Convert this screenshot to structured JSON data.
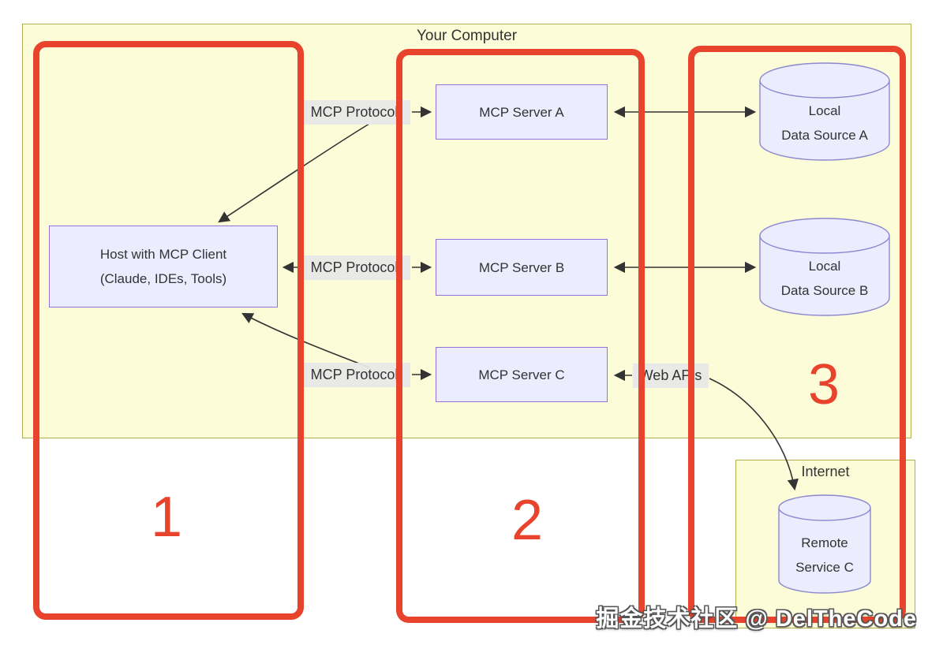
{
  "title": "Your Computer",
  "internet_label": "Internet",
  "host": {
    "line1": "Host with MCP Client",
    "line2": "(Claude, IDEs, Tools)"
  },
  "servers": [
    {
      "label": "MCP Server A"
    },
    {
      "label": "MCP Server B"
    },
    {
      "label": "MCP Server C"
    }
  ],
  "data_sources": [
    {
      "line1": "Local",
      "line2": "Data Source A"
    },
    {
      "line1": "Local",
      "line2": "Data Source B"
    }
  ],
  "remote_service": {
    "line1": "Remote",
    "line2": "Service C"
  },
  "edge_labels": {
    "protocol_a": "MCP Protocol",
    "protocol_b": "MCP Protocol",
    "protocol_c": "MCP Protocol",
    "web_apis": "Web APIs"
  },
  "annotations": {
    "region_1": "1",
    "region_2": "2",
    "region_3": "3"
  },
  "watermark": "掘金技术社区 @ DelTheCode",
  "colors": {
    "region_highlight": "#e8432c",
    "node_fill": "#ececff",
    "node_border": "#9370db",
    "cylinder_border": "#8a88cf",
    "container_fill": "#fcfcd9",
    "container_border": "#b0b14e",
    "edge_label_bg": "#e8e8e8",
    "arrow": "#333333",
    "text": "#333333"
  }
}
